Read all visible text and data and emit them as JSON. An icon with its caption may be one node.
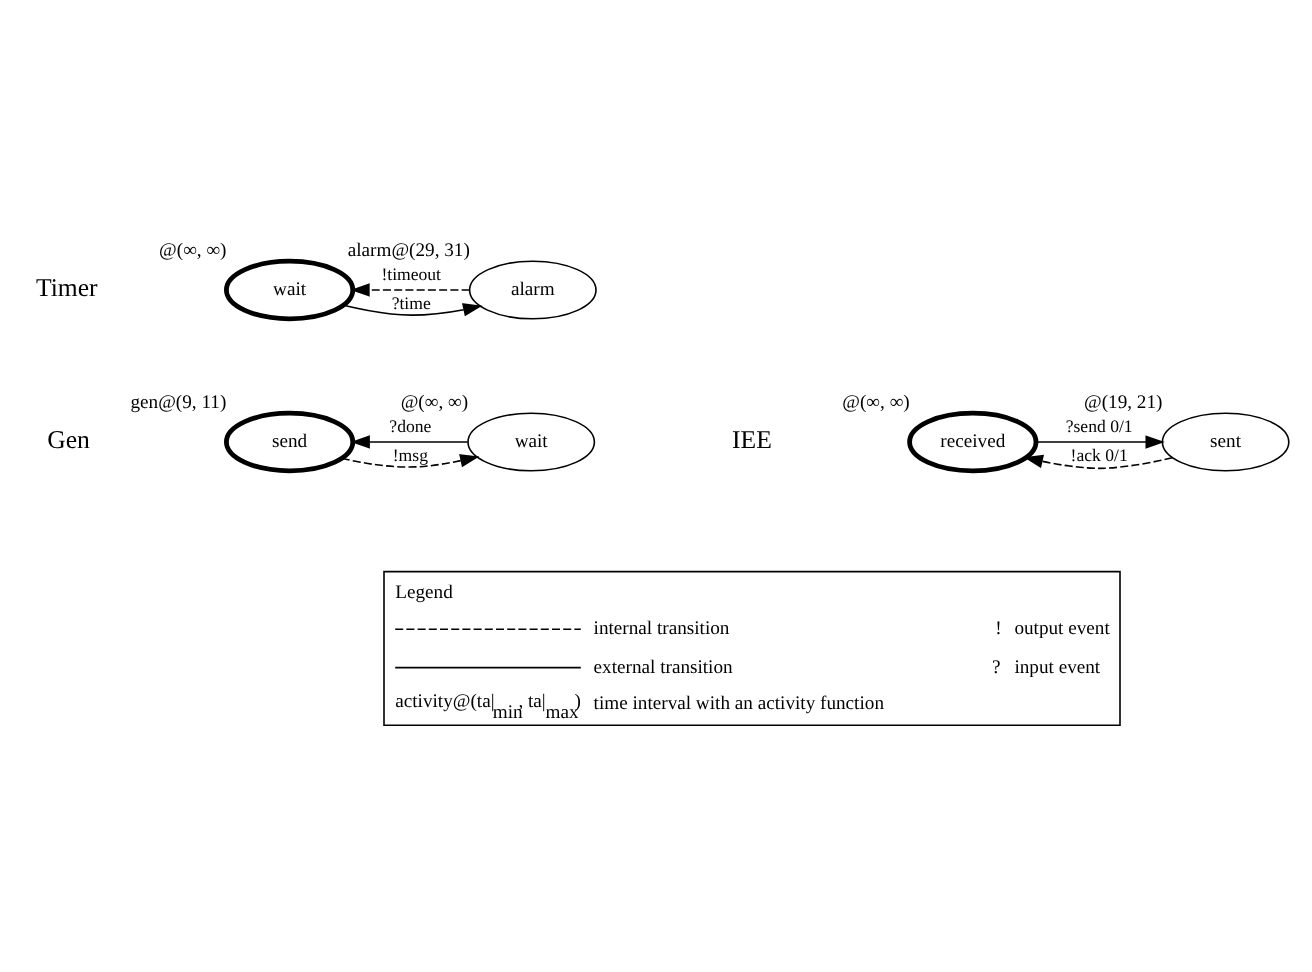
{
  "diagram": {
    "nodes": [
      {
        "text": [
          "wait"
        ],
        "beside": [
          "@(∞, ∞)"
        ]
      },
      {
        "text": [
          "alarm"
        ],
        "beside": [
          "alarm@(29, 31)"
        ]
      },
      {
        "text": [
          "send"
        ],
        "beside": [
          "gen@(9, 11)"
        ]
      },
      {
        "text": [
          "wait"
        ],
        "beside": [
          "@(∞, ∞)"
        ]
      },
      {
        "text": [
          "received"
        ],
        "beside": [
          "@(∞, ∞)"
        ]
      },
      {
        "text": [
          "sent"
        ],
        "beside": [
          "@(19, 21)"
        ]
      }
    ],
    "edges": [
      {
        "from": 0,
        "to": 1,
        "arrow": "to",
        "label": "?time"
      },
      {
        "from": 1,
        "to": 0,
        "arrow": "to",
        "label": "!timeout",
        "style": "dashed"
      },
      {
        "from": 2,
        "to": 3,
        "arrow": "to",
        "label": "!msg",
        "style": "dashed"
      },
      {
        "from": 3,
        "to": 2,
        "arrow": "to",
        "label": "?done"
      },
      {
        "from": 4,
        "to": 5,
        "arrow": "to",
        "label": "?send 0/1"
      },
      {
        "from": 5,
        "to": 4,
        "arrow": "to",
        "label": "!ack 0/1",
        "style": "dashed"
      }
    ],
    "labels": [
      "Timer",
      "Gen",
      "IEE",
      "Legend",
      "activity@(ta|$_{min}$, ta|$_{max}$)",
      "!",
      "?"
    ],
    "legend": [
      {
        "text": "internal transition"
      },
      {
        "text": "external transition"
      },
      {
        "text": "time interval with an activity function"
      },
      {
        "text": "output event"
      },
      {
        "text": "input event"
      }
    ]
  }
}
